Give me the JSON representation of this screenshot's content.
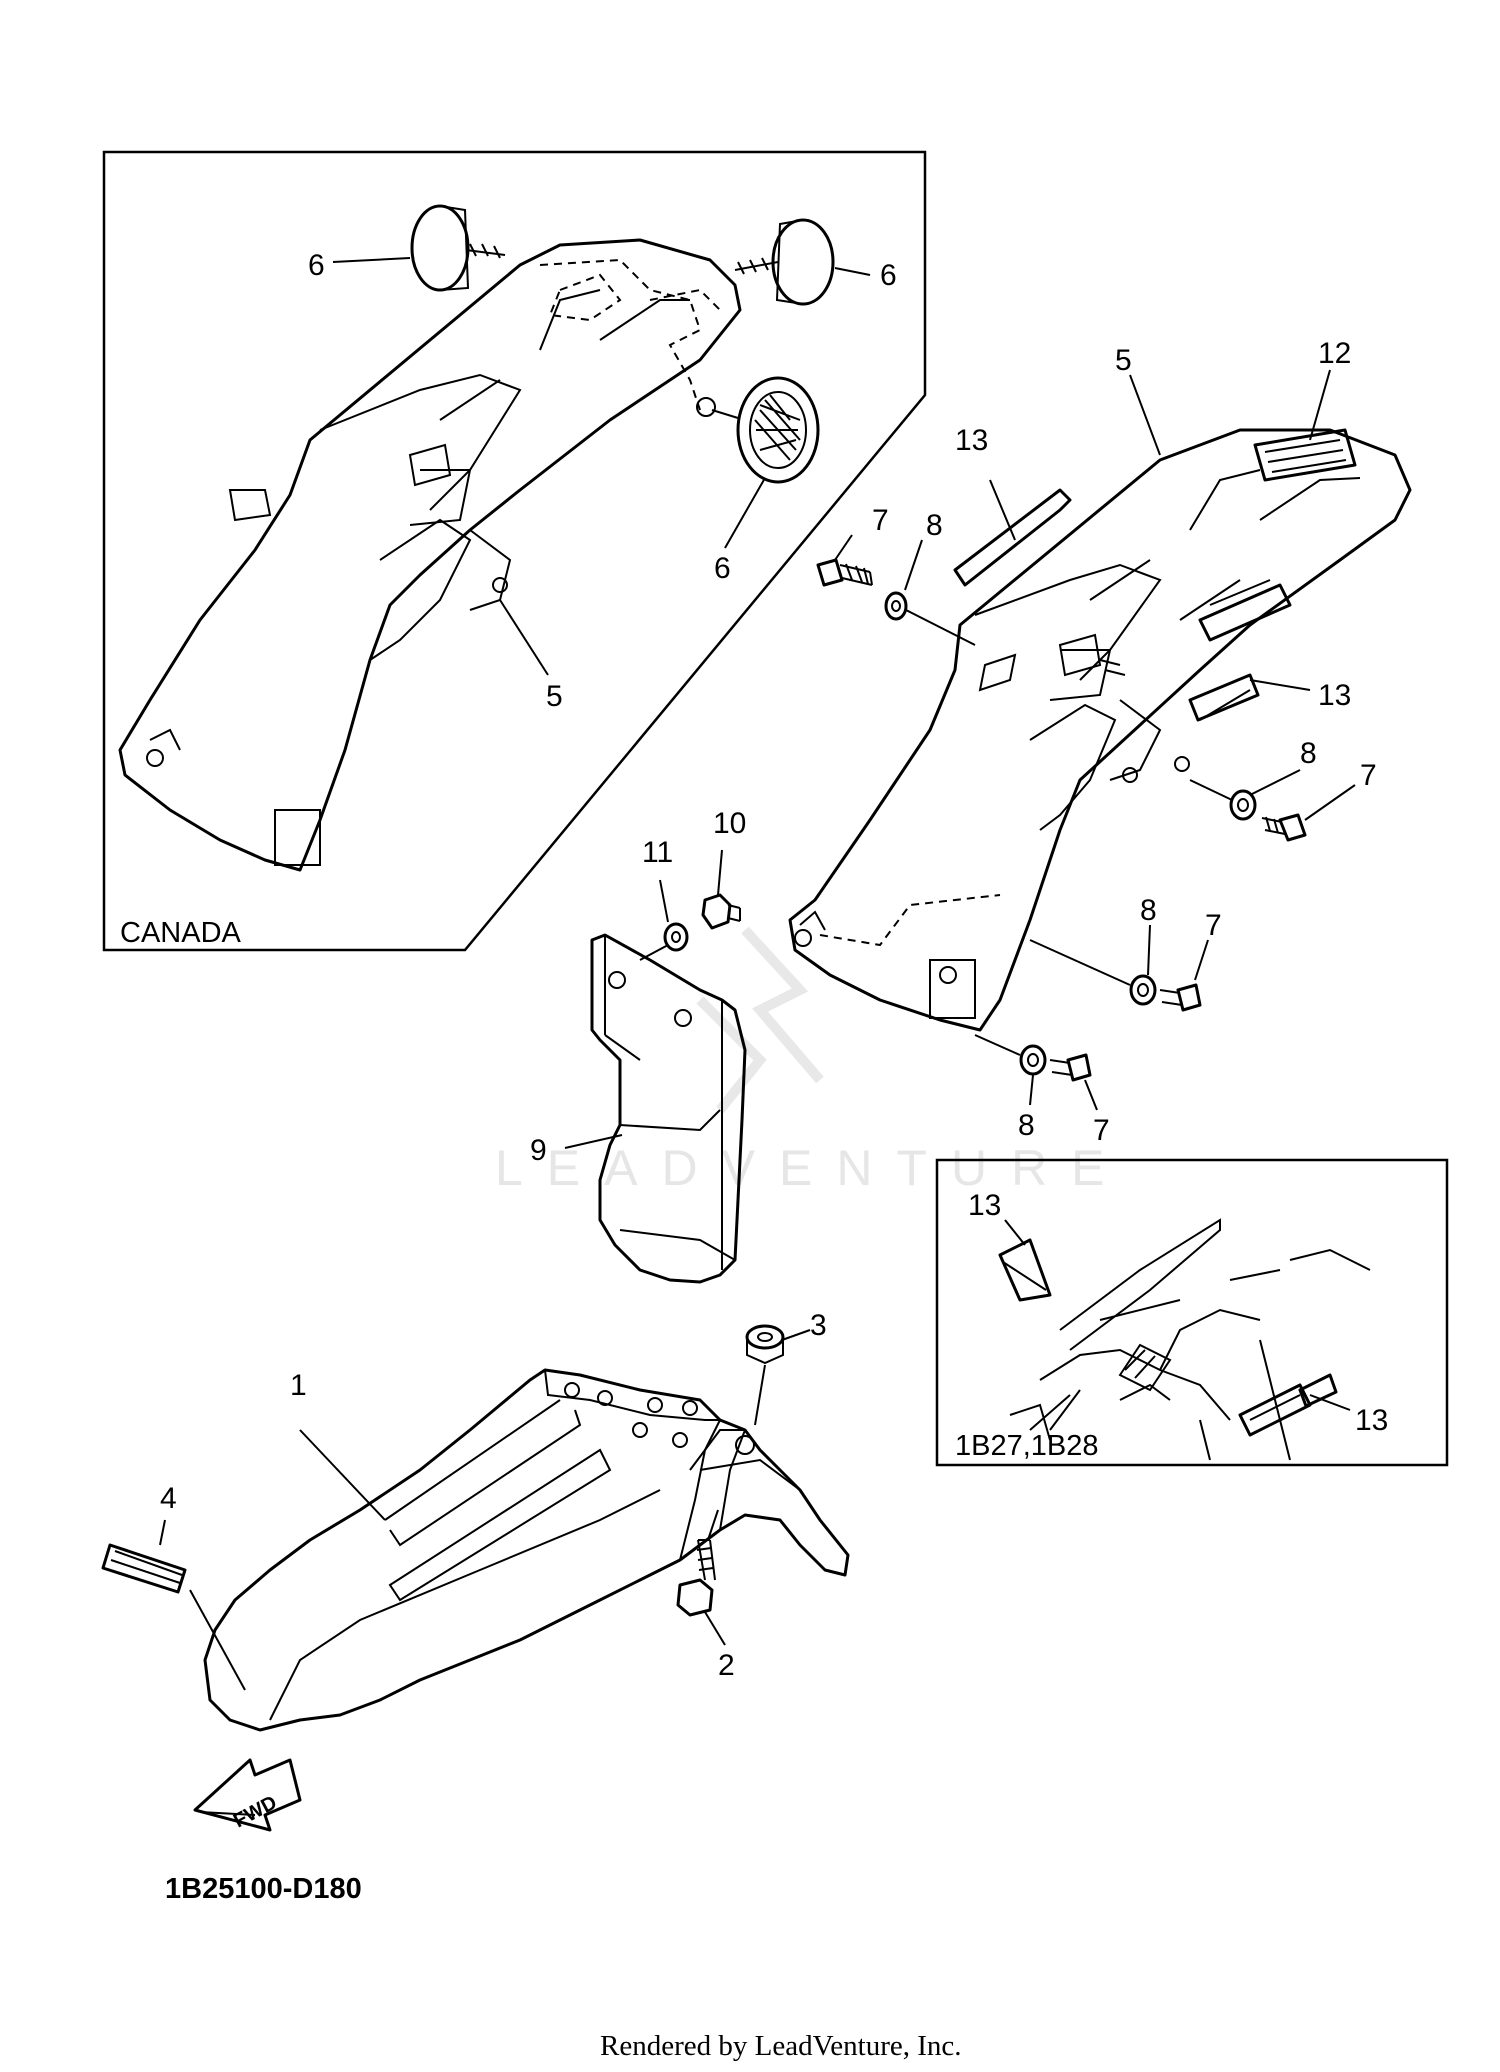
{
  "callouts": {
    "c6a": "6",
    "c6b": "6",
    "c6c": "6",
    "c5a": "5",
    "c5b": "5",
    "c12": "12",
    "c13a": "13",
    "c13b": "13",
    "c7a": "7",
    "c8a": "8",
    "c8b": "8",
    "c7b": "7",
    "c8c": "8",
    "c7c": "7",
    "c8d": "8",
    "c7d": "7",
    "c10": "10",
    "c11": "11",
    "c9": "9",
    "c3": "3",
    "c1": "1",
    "c4": "4",
    "c2": "2",
    "c13c": "13",
    "c13d": "13"
  },
  "insets": {
    "canada_label": "CANADA",
    "models_label": "1B27,1B28"
  },
  "fwd_label": "FWD",
  "diagram_code": "1B25100-D180",
  "watermark": "LEADVENTURE",
  "footer": "Rendered by LeadVenture, Inc."
}
